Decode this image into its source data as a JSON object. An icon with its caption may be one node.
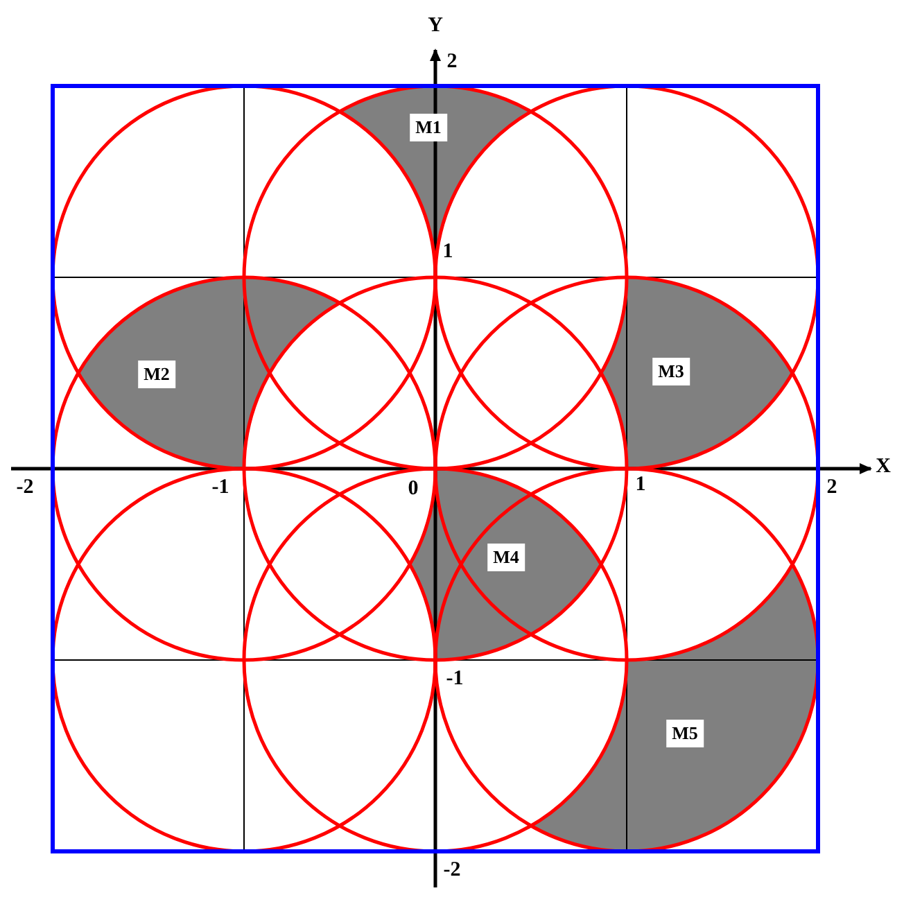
{
  "diagram": {
    "nodes": [
      {
        "text": [
          "M1"
        ]
      },
      {
        "text": [
          "M2"
        ]
      },
      {
        "text": [
          "M3"
        ]
      },
      {
        "text": [
          "M4"
        ]
      },
      {
        "text": [
          "M5"
        ]
      }
    ],
    "labels": [
      "Y",
      "2",
      "1",
      "X",
      "-2",
      "-1",
      "0",
      "1",
      "2",
      "-1",
      "-2"
    ]
  }
}
